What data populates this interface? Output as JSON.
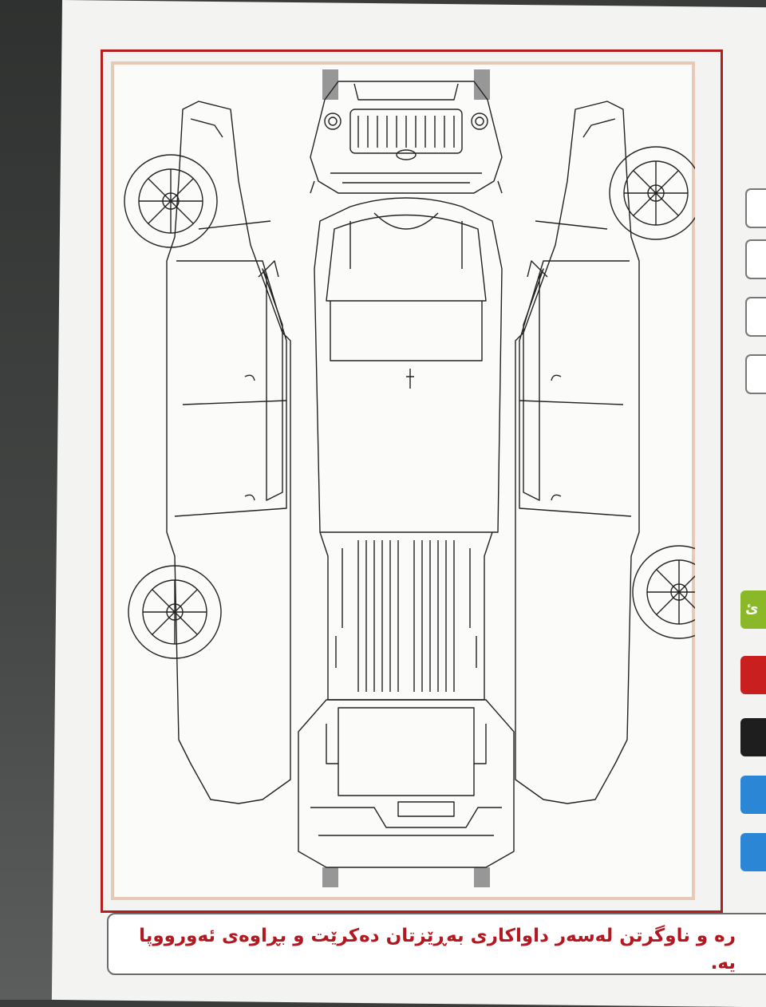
{
  "caption": {
    "line1": "ره و ناوگرتن لەسەر داواکاری بەڕێزتان دەکرێت و بڕاوەی ئەورووپا",
    "line2": "یه."
  },
  "side_tabs": {
    "green_label": "ئ",
    "colors": [
      "#8bb829",
      "#c9201f",
      "#1e1e1e",
      "#2b86d6",
      "#2b86d6"
    ]
  },
  "accent_colors": {
    "frame_red": "#b11f1f",
    "text_red": "#b3171f",
    "inner_border": "#e7c9b8"
  }
}
